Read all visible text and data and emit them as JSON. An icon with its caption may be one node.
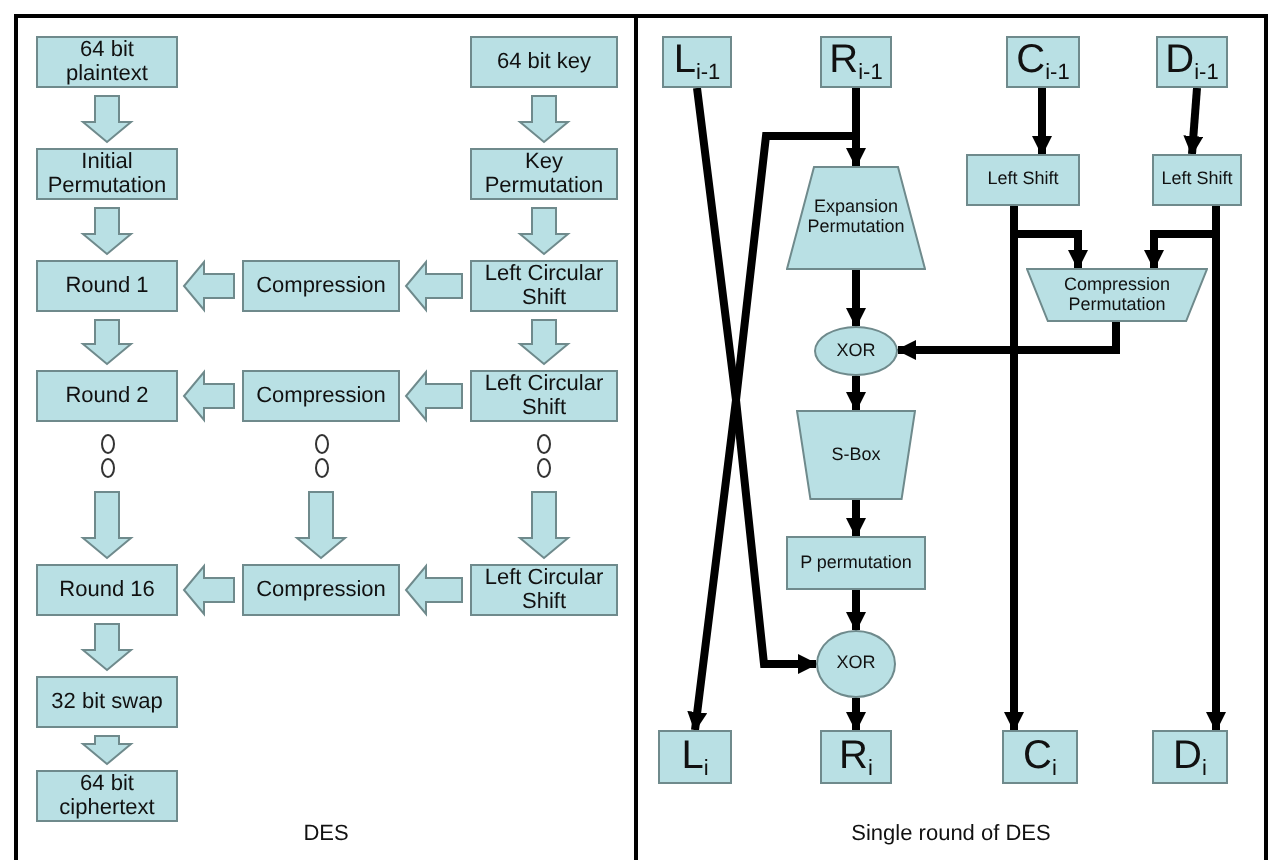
{
  "diagram": {
    "nodes": [
      {
        "text": [
          "64 bit plaintext"
        ]
      },
      {
        "text": [
          "64 bit key"
        ]
      },
      {
        "text": [
          "Initial Permutation"
        ]
      },
      {
        "text": [
          "Key Permutation"
        ]
      },
      {
        "text": [
          "Round 1"
        ]
      },
      {
        "text": [
          "Compression"
        ]
      },
      {
        "text": [
          "Left Circular Shift"
        ]
      },
      {
        "text": [
          "Round 2"
        ]
      },
      {
        "text": [
          "Compression"
        ]
      },
      {
        "text": [
          "Left Circular Shift"
        ]
      },
      {
        "text": [
          "Round 16"
        ]
      },
      {
        "text": [
          "Compression"
        ]
      },
      {
        "text": [
          "Left Circular Shift"
        ]
      },
      {
        "text": [
          "32 bit swap"
        ]
      },
      {
        "text": [
          "64 bit ciphertext"
        ]
      },
      {
        "text": [
          "L$_{i-1}$"
        ]
      },
      {
        "text": [
          "R$_{i-1}$"
        ]
      },
      {
        "text": [
          "C$_{i-1}$"
        ]
      },
      {
        "text": [
          "D$_{i-1}$"
        ]
      },
      {
        "text": [
          "Expansion Permutation"
        ]
      },
      {
        "text": [
          "Left Shift"
        ]
      },
      {
        "text": [
          "Left Shift"
        ]
      },
      {
        "text": [
          "Compression Permutation"
        ]
      },
      {
        "text": [
          "XOR"
        ]
      },
      {
        "text": [
          "S-Box"
        ]
      },
      {
        "text": [
          "P permutation"
        ]
      },
      {
        "text": [
          "XOR"
        ]
      },
      {
        "text": [
          "L$_{i}$"
        ]
      },
      {
        "text": [
          "R$_{i}$"
        ]
      },
      {
        "text": [
          "C$_{i}$"
        ]
      },
      {
        "text": [
          "D$_{i}$"
        ]
      }
    ],
    "edges": [
      {
        "from": 0,
        "to": 2,
        "arrow": "to",
        "style": "thick"
      },
      {
        "from": 2,
        "to": 4,
        "arrow": "to",
        "style": "thick"
      },
      {
        "from": 4,
        "to": 7,
        "arrow": "to",
        "style": "thick"
      },
      {
        "from": null,
        "to": 10,
        "arrow": "to",
        "style": "thick"
      },
      {
        "from": 10,
        "to": 13,
        "arrow": "to",
        "style": "thick"
      },
      {
        "from": 13,
        "to": 14,
        "arrow": "to",
        "style": "thick"
      },
      {
        "from": 1,
        "to": 3,
        "arrow": "to",
        "style": "thick"
      },
      {
        "from": 3,
        "to": 6,
        "arrow": "to",
        "style": "thick"
      },
      {
        "from": 6,
        "to": 9,
        "arrow": "to",
        "style": "thick"
      },
      {
        "from": null,
        "to": 12,
        "arrow": "to",
        "style": "thick"
      },
      {
        "from": 6,
        "to": 5,
        "arrow": "to",
        "style": "thick"
      },
      {
        "from": 5,
        "to": 4,
        "arrow": "to",
        "style": "thick"
      },
      {
        "from": 9,
        "to": 8,
        "arrow": "to",
        "style": "thick"
      },
      {
        "from": 8,
        "to": 7,
        "arrow": "to",
        "style": "thick"
      },
      {
        "from": null,
        "to": 11,
        "arrow": "to",
        "style": "thick"
      },
      {
        "from": 12,
        "to": 11,
        "arrow": "to",
        "style": "thick"
      },
      {
        "from": 11,
        "to": 10,
        "arrow": "to",
        "style": "thick"
      },
      {
        "from": 15,
        "to": 27,
        "arrow": "to",
        "color": "#000000"
      },
      {
        "from": 16,
        "to": 19,
        "arrow": "to",
        "color": "#000000"
      },
      {
        "from": 16,
        "to": 26,
        "arrow": "to",
        "color": "#000000"
      },
      {
        "from": 19,
        "to": 23,
        "arrow": "to",
        "color": "#000000"
      },
      {
        "from": 23,
        "to": 24,
        "arrow": "to",
        "color": "#000000"
      },
      {
        "from": 24,
        "to": 25,
        "arrow": "to",
        "color": "#000000"
      },
      {
        "from": 25,
        "to": 26,
        "arrow": "to",
        "color": "#000000"
      },
      {
        "from": 26,
        "to": 28,
        "arrow": "to",
        "color": "#000000"
      },
      {
        "from": 17,
        "to": 20,
        "arrow": "to",
        "color": "#000000"
      },
      {
        "from": 18,
        "to": 21,
        "arrow": "to",
        "color": "#000000"
      },
      {
        "from": 20,
        "to": 22,
        "arrow": "to",
        "color": "#000000"
      },
      {
        "from": 21,
        "to": 22,
        "arrow": "to",
        "color": "#000000"
      },
      {
        "from": 20,
        "to": 29,
        "arrow": "to",
        "color": "#000000"
      },
      {
        "from": 21,
        "to": 30,
        "arrow": "to",
        "color": "#000000"
      },
      {
        "from": 22,
        "to": 23,
        "arrow": "to",
        "color": "#000000"
      }
    ],
    "labels": [
      "DES",
      "Single round of DES"
    ]
  }
}
